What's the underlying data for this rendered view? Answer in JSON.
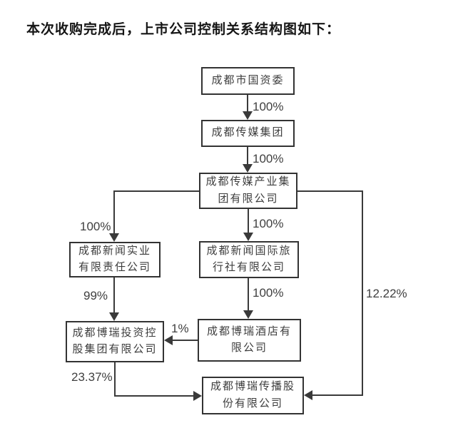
{
  "page": {
    "title": "本次收购完成后，上市公司控制关系结构图如下："
  },
  "diagram": {
    "type": "org-control-structure",
    "nodes": [
      {
        "id": "chengdu-sasac",
        "label": "成都市国资委"
      },
      {
        "id": "chengdu-media-group",
        "label": "成都传媒集团"
      },
      {
        "id": "chengdu-media-industry-group",
        "label": "成都传媒产业集\n团有限公司"
      },
      {
        "id": "chengdu-news-industrial",
        "label": "成都新闻实业\n有限责任公司"
      },
      {
        "id": "chengdu-news-intl-travel",
        "label": "成都新闻国际旅\n行社有限公司"
      },
      {
        "id": "chengdu-borui-hotel",
        "label": "成都博瑞酒店有\n限公司"
      },
      {
        "id": "chengdu-borui-invest-holding",
        "label": "成都博瑞投资控\n股集团有限公司"
      },
      {
        "id": "chengdu-borui-communication",
        "label": "成都博瑞传播股\n份有限公司"
      }
    ],
    "edges": [
      {
        "from": "chengdu-sasac",
        "to": "chengdu-media-group",
        "label": "100%"
      },
      {
        "from": "chengdu-media-group",
        "to": "chengdu-media-industry-group",
        "label": "100%"
      },
      {
        "from": "chengdu-media-industry-group",
        "to": "chengdu-news-industrial",
        "label": "100%"
      },
      {
        "from": "chengdu-media-industry-group",
        "to": "chengdu-news-intl-travel",
        "label": "100%"
      },
      {
        "from": "chengdu-news-industrial",
        "to": "chengdu-borui-invest-holding",
        "label": "99%"
      },
      {
        "from": "chengdu-news-intl-travel",
        "to": "chengdu-borui-hotel",
        "label": "100%"
      },
      {
        "from": "chengdu-borui-hotel",
        "to": "chengdu-borui-invest-holding",
        "label": "1%"
      },
      {
        "from": "chengdu-borui-invest-holding",
        "to": "chengdu-borui-communication",
        "label": "23.37%"
      },
      {
        "from": "chengdu-media-industry-group",
        "to": "chengdu-borui-communication",
        "label": "12.22%"
      }
    ],
    "colors": {
      "line": "#3a3a3a",
      "border": "#333333",
      "text": "#3d3d3d",
      "background": "#ffffff"
    }
  }
}
